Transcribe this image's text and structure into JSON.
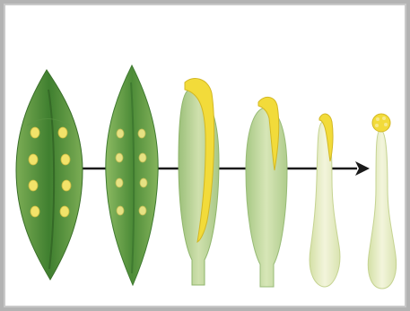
{
  "figure": {
    "stages": [
      {
        "stage": 1,
        "form": "open-leaf-with-marginal-ovules"
      },
      {
        "stage": 2,
        "form": "folding-leaf-ovules-enclosed"
      },
      {
        "stage": 3,
        "form": "closed-carpel-with-elongated-stigma"
      },
      {
        "stage": 4,
        "form": "carpel-with-apical-stigma"
      },
      {
        "stage": 5,
        "form": "slender-pistil-with-stigma"
      },
      {
        "stage": 6,
        "form": "pistil-with-capitate-stigma"
      }
    ],
    "arrow": "progression-arrow",
    "colors": {
      "leaf_dark": "#4f8f3a",
      "leaf_mid": "#6fa552",
      "leaf_light": "#b7cf92",
      "pale_pistil": "#dfe6b8",
      "ovule": "#f2e36a",
      "stigma": "#f2db3a",
      "arrow": "#1a1a1a",
      "frame": "#b3b3b3"
    }
  }
}
